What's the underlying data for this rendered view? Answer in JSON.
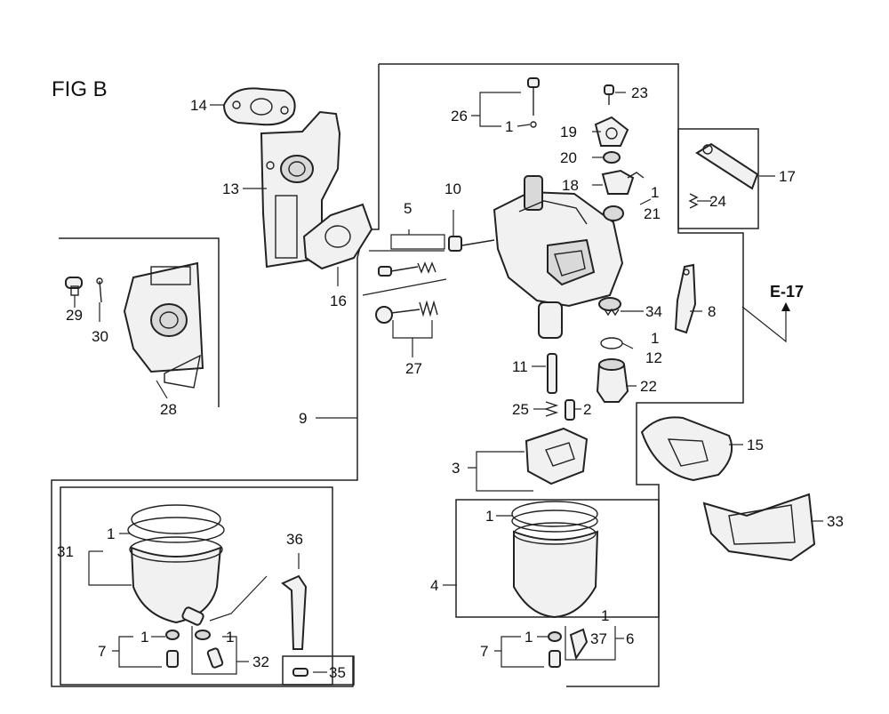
{
  "figure": {
    "title": "FIG B",
    "reference": "E-17"
  },
  "callouts": {
    "c1": "1",
    "c2": "2",
    "c3": "3",
    "c4": "4",
    "c5": "5",
    "c6": "6",
    "c7": "7",
    "c8": "8",
    "c9": "9",
    "c10": "10",
    "c11": "11",
    "c12": "12",
    "c13": "13",
    "c14": "14",
    "c15": "15",
    "c16": "16",
    "c17": "17",
    "c18": "18",
    "c19": "19",
    "c20": "20",
    "c21": "21",
    "c22": "22",
    "c23": "23",
    "c24": "24",
    "c25": "25",
    "c26": "26",
    "c27": "27",
    "c28": "28",
    "c29": "29",
    "c30": "30",
    "c31": "31",
    "c32": "32",
    "c33": "33",
    "c34": "34",
    "c35": "35",
    "c36": "36",
    "c37": "37"
  }
}
